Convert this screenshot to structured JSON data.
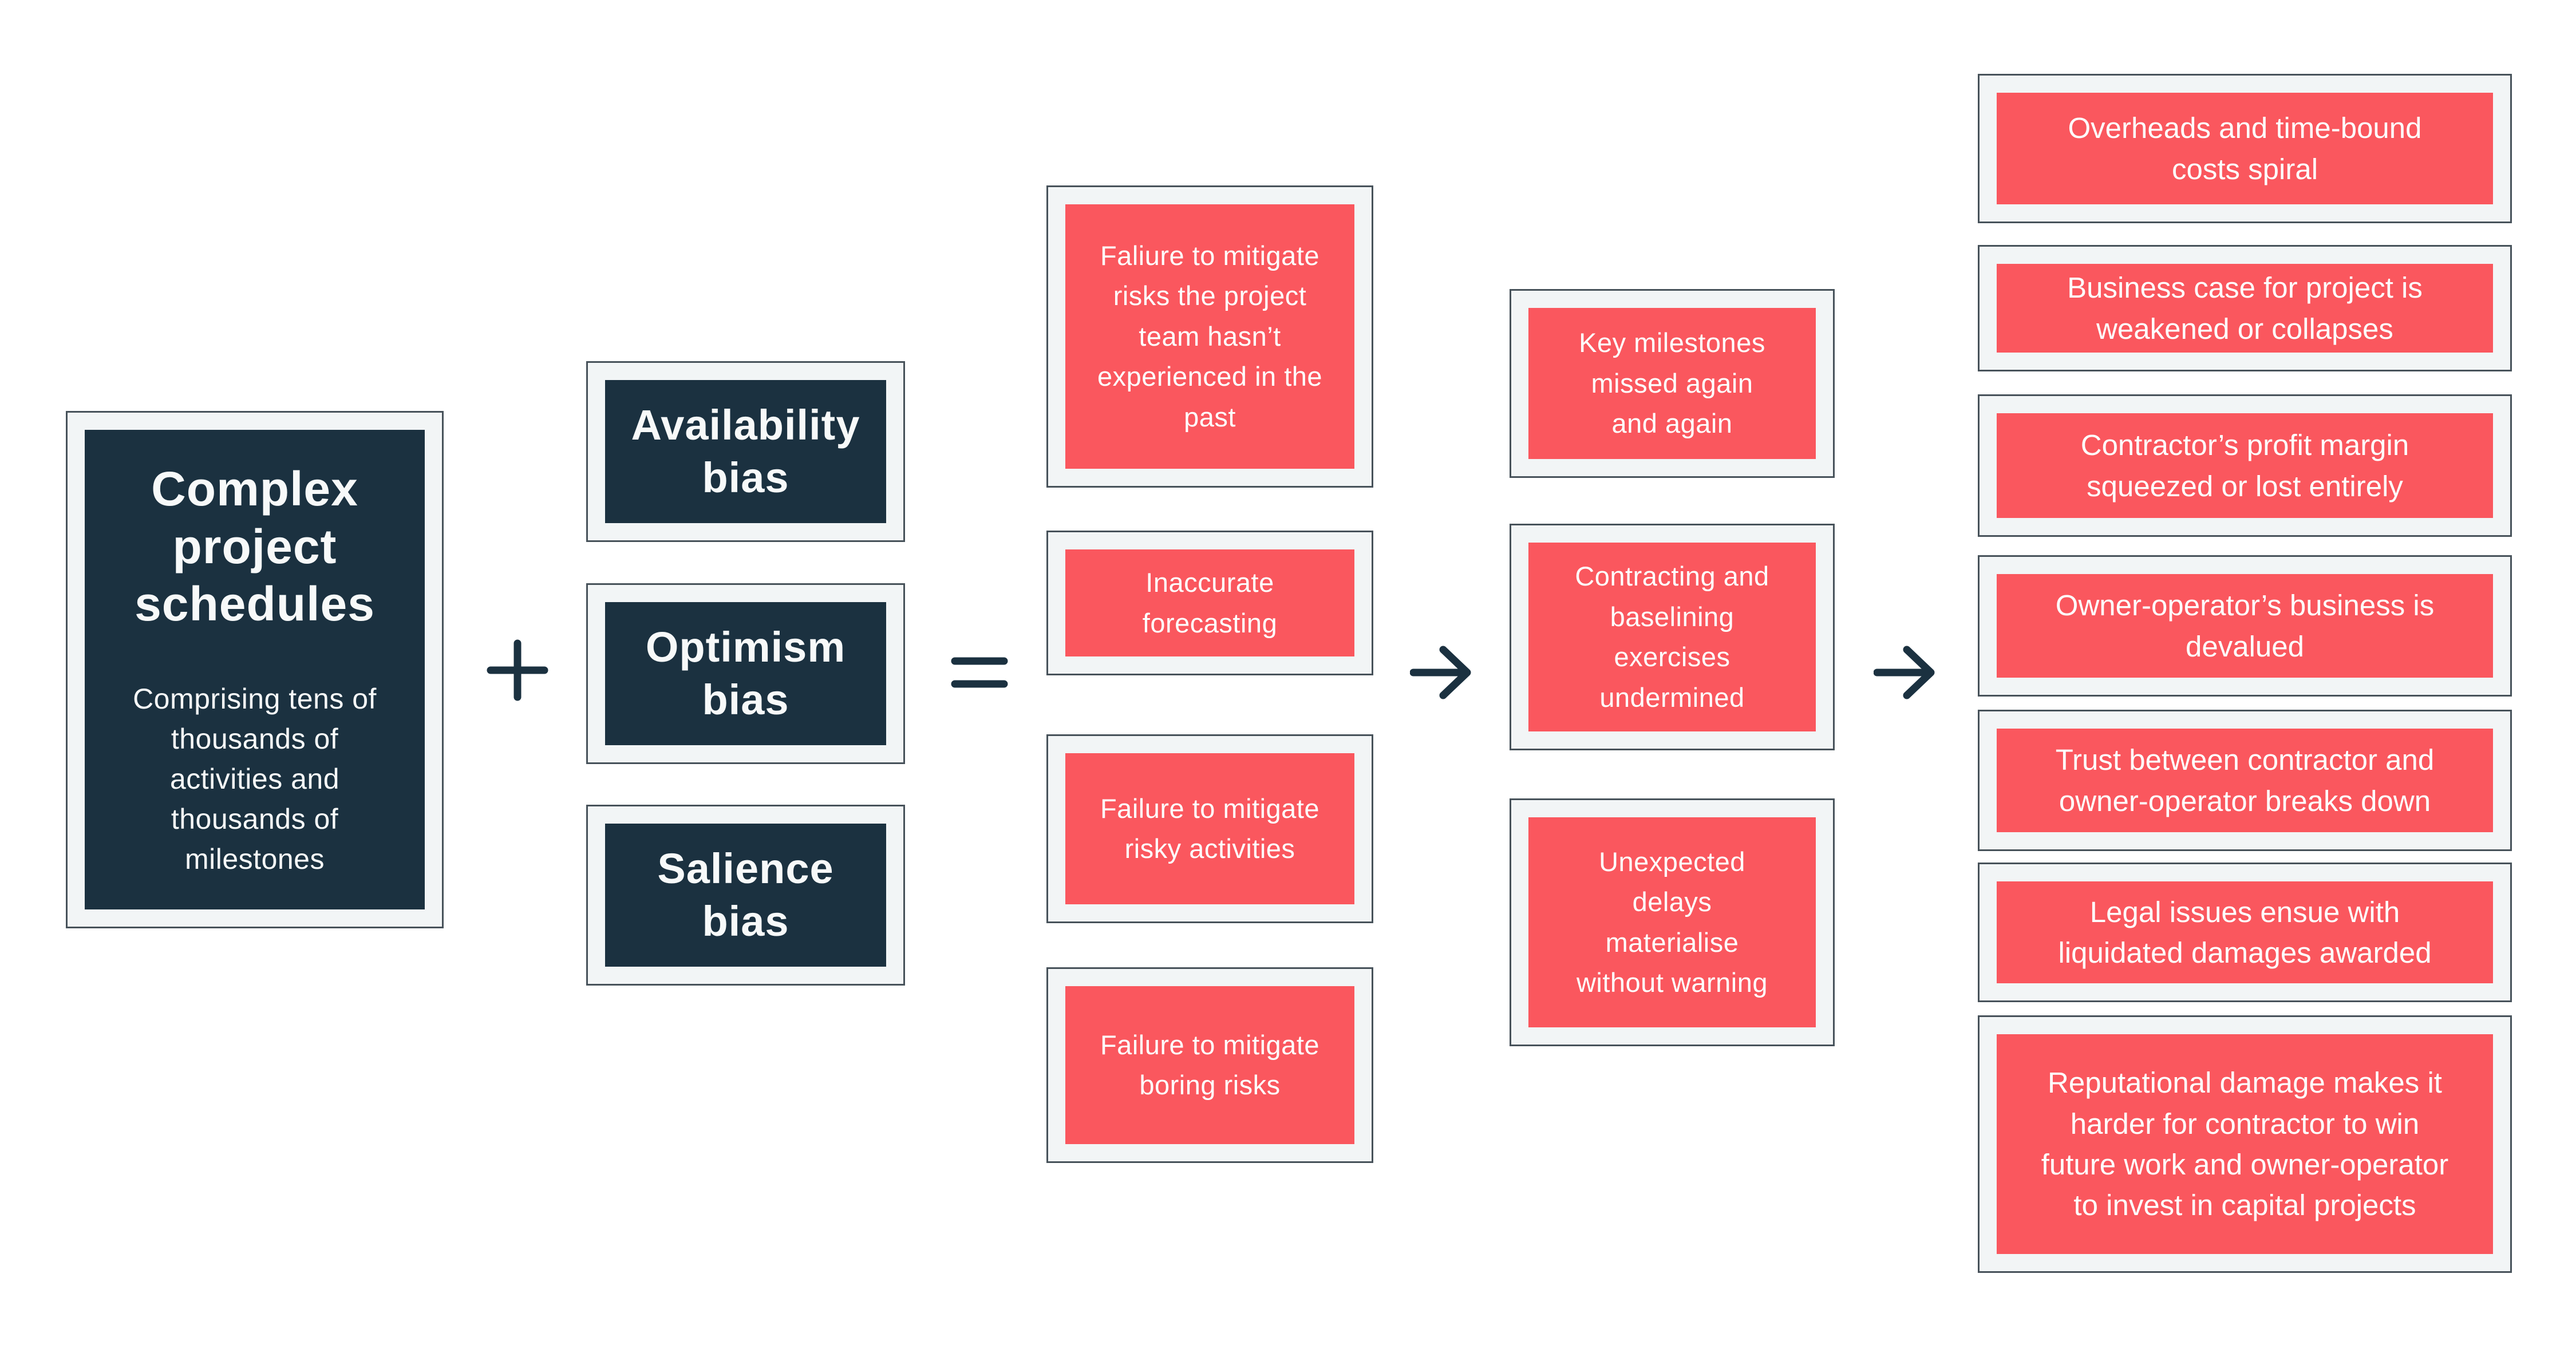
{
  "palette": {
    "background": "#ffffff",
    "navy": "#1b3140",
    "red": "#fa575e",
    "frame_fill": "#f2f5f6",
    "frame_border": "#47525a",
    "light_text": "#f7f9f9"
  },
  "icons": {
    "plus": "+",
    "equals": "=",
    "arrow_right": "→"
  },
  "diagram": {
    "input": {
      "title": "Complex project schedules",
      "subtitle": "Comprising tens of thousands of activities and thousands of milestones"
    },
    "biases": [
      {
        "label": "Availability bias"
      },
      {
        "label": "Optimism bias"
      },
      {
        "label": "Salience bias"
      }
    ],
    "failures": [
      {
        "text": "Faliure to mitigate risks the project team hasn’t experienced in the past"
      },
      {
        "text": "Inaccurate forecasting"
      },
      {
        "text": "Failure to mitigate risky activities"
      },
      {
        "text": "Failure to mitigate boring risks"
      }
    ],
    "consequences": [
      {
        "text": "Key milestones missed again and again"
      },
      {
        "text": "Contracting and baselining exercises undermined"
      },
      {
        "text": "Unexpected delays materialise without warning"
      }
    ],
    "impacts": [
      {
        "text": "Overheads and time-bound costs spiral"
      },
      {
        "text": "Business case for project is weakened or collapses"
      },
      {
        "text": "Contractor’s profit margin squeezed or lost entirely"
      },
      {
        "text": "Owner-operator’s business is devalued"
      },
      {
        "text": "Trust between contractor and owner-operator breaks down"
      },
      {
        "text": "Legal issues ensue with liquidated damages awarded"
      },
      {
        "text": "Reputational damage makes it harder for contractor to win future work and owner-operator to invest in capital projects"
      }
    ]
  }
}
